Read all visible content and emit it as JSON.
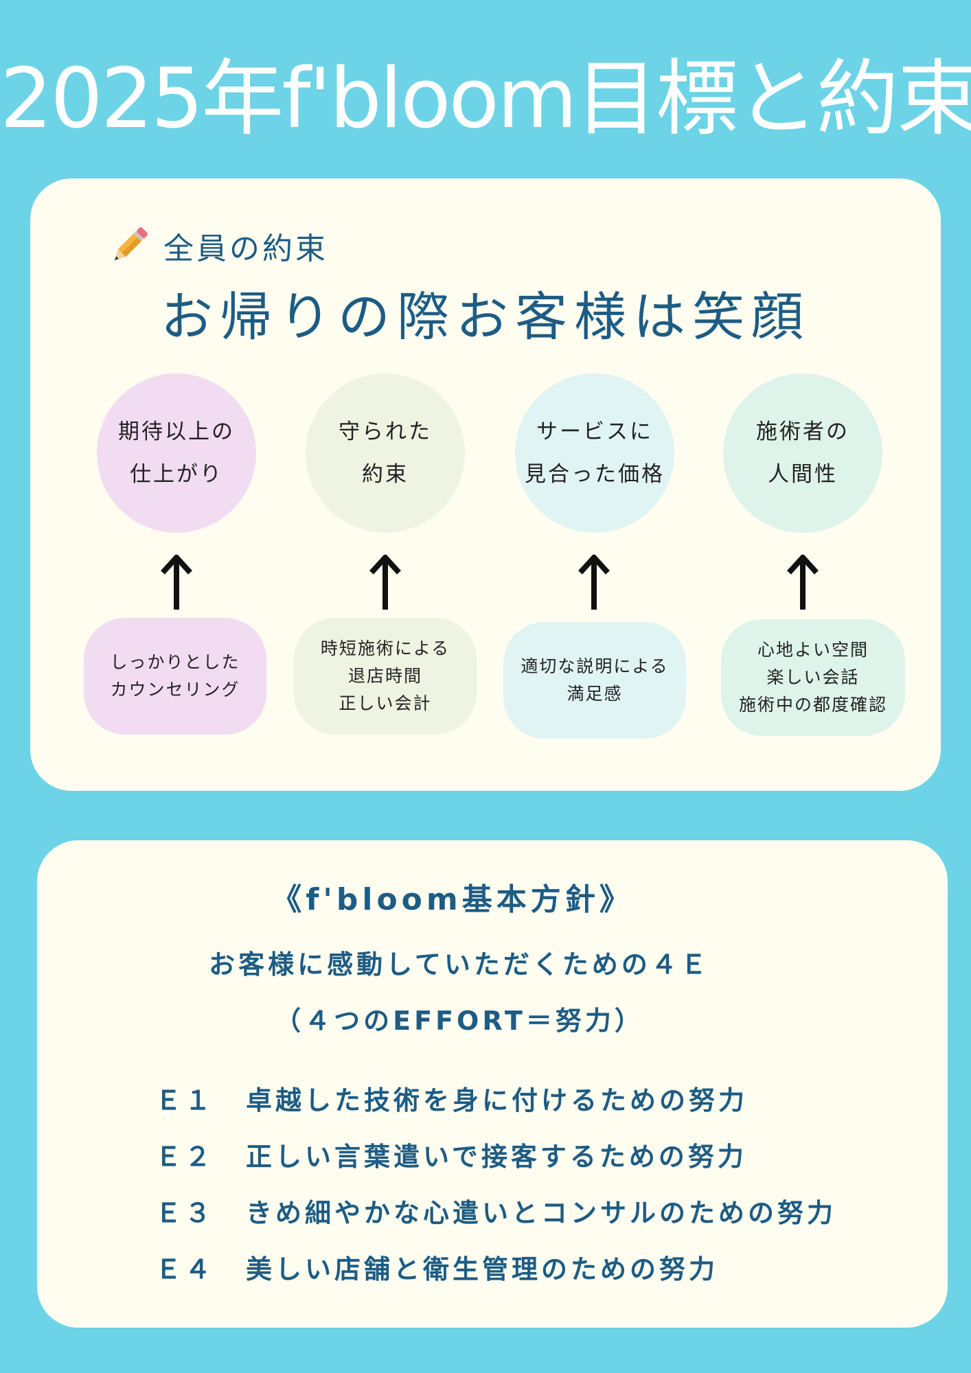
{
  "title": "2025年f'bloom目標と約束",
  "promise_section": {
    "label": "全員の約束",
    "icon": "pencil-icon",
    "headline": "お帰りの際お客様は笑顔",
    "pillars": [
      {
        "goal": [
          "期待以上の",
          "仕上がり"
        ],
        "action": [
          "しっかりとした",
          "カウンセリング"
        ],
        "color": "#f2dcf2"
      },
      {
        "goal": [
          "守られた",
          "約束"
        ],
        "action": [
          "時短施術による",
          "退店時間",
          "正しい会計"
        ],
        "color": "#eef3e2"
      },
      {
        "goal": [
          "サービスに",
          "見合った価格"
        ],
        "action": [
          "適切な説明による",
          "満足感"
        ],
        "color": "#dff4f3"
      },
      {
        "goal": [
          "施術者の",
          "人間性"
        ],
        "action": [
          "心地よい空間",
          "楽しい会話",
          "施術中の都度確認"
        ],
        "color": "#def3ea"
      }
    ]
  },
  "policy_section": {
    "title": "《f'bloom基本方針》",
    "subtitle_line1": "お客様に感動していただくための４Ｅ",
    "subtitle_line2": "（４つのEFFORT＝努力）",
    "efforts": [
      {
        "code": "Ｅ１",
        "text": "卓越した技術を身に付けるための努力"
      },
      {
        "code": "Ｅ２",
        "text": "正しい言葉遣いで接客するための努力"
      },
      {
        "code": "Ｅ３",
        "text": "きめ細やかな心遣いとコンサルのための努力"
      },
      {
        "code": "Ｅ４",
        "text": "美しい店舗と衛生管理のための努力"
      }
    ]
  },
  "colors": {
    "background": "#6dd3e6",
    "card": "#fefdf0",
    "accent_text": "#1d5c84"
  }
}
